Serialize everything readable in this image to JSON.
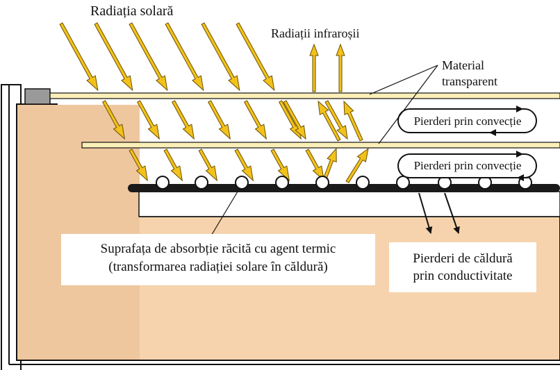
{
  "labels": {
    "solar_radiation": "Radiația solară",
    "infrared_radiation": "Radiații infraroșii",
    "transparent_material_line1": "Material",
    "transparent_material_line2": "transparent",
    "convection_loss_upper": "Pierderi prin convecție",
    "convection_loss_lower": "Pierderi prin convecție",
    "absorber_line1": "Suprafața de absorbție răcită cu agent termic",
    "absorber_line2": "(transformarea radiației solare în căldură)",
    "conduction_loss_line1": "Pierderi de căldură",
    "conduction_loss_line2": "prin conductivitate"
  },
  "colors": {
    "insulation": "#F6D3AC",
    "insulation_side": "#EFC79E",
    "glass": "#FBEFB8",
    "arrow": "#F2C21B",
    "arrow_outline": "#6B4E00",
    "absorber": "#1A1A1A",
    "pipe": "#FFFFFF",
    "seal": "#9A9A9A"
  }
}
